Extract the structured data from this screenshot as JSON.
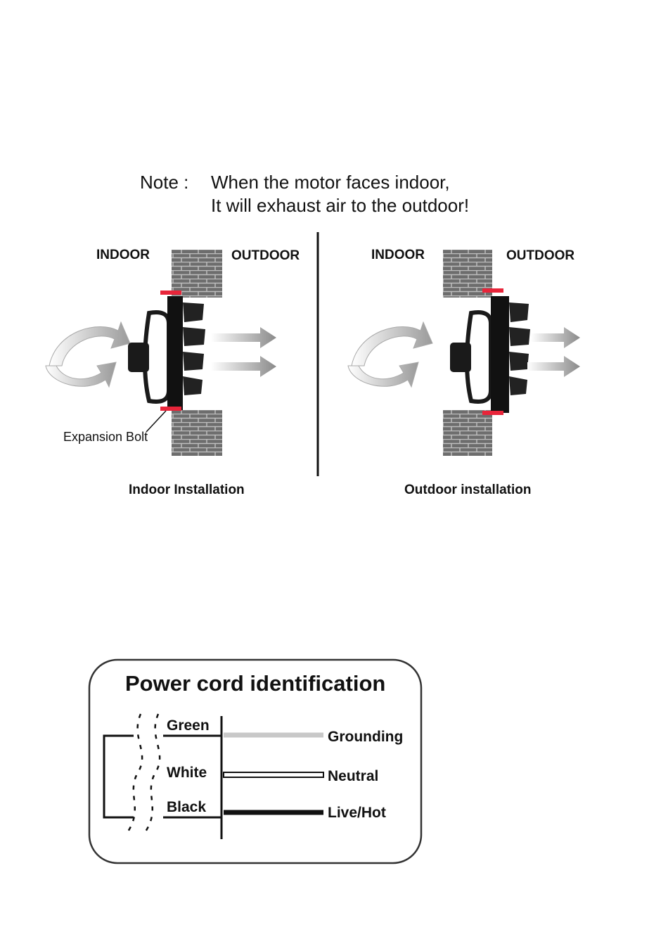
{
  "note": {
    "label": "Note :",
    "line1": "When the motor faces indoor,",
    "line2": "It will exhaust air to the outdoor!"
  },
  "installations": [
    {
      "indoor_label": "INDOOR",
      "outdoor_label": "OUTDOOR",
      "caption": "Indoor Installation",
      "callout": "Expansion Bolt"
    },
    {
      "indoor_label": "INDOOR",
      "outdoor_label": "OUTDOOR",
      "caption": "Outdoor installation"
    }
  ],
  "power_cord": {
    "title": "Power cord identification",
    "wires": [
      {
        "color_name": "Green",
        "function": "Grounding",
        "line_color": "#c8c8c8"
      },
      {
        "color_name": "White",
        "function": "Neutral",
        "line_color": "#ffffff"
      },
      {
        "color_name": "Black",
        "function": "Live/Hot",
        "line_color": "#111111"
      }
    ]
  },
  "colors": {
    "bolt_red": "#e8253a",
    "brick": "#6d6d6d",
    "mortar": "#bdbdbd"
  }
}
